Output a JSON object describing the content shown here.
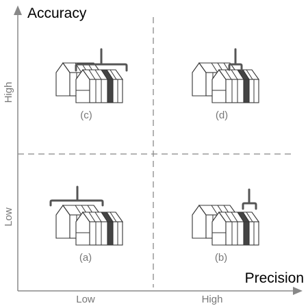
{
  "axes": {
    "y_title": "Accuracy",
    "x_title": "Precision",
    "y_ticks": {
      "high": "High",
      "low": "Low"
    },
    "x_ticks": {
      "low": "Low",
      "high": "High"
    }
  },
  "panels": [
    {
      "id": "c",
      "label": "(c)",
      "accuracy": "High",
      "precision": "Low"
    },
    {
      "id": "d",
      "label": "(d)",
      "accuracy": "High",
      "precision": "High"
    },
    {
      "id": "a",
      "label": "(a)",
      "accuracy": "Low",
      "precision": "Low"
    },
    {
      "id": "b",
      "label": "(b)",
      "accuracy": "Low",
      "precision": "High"
    }
  ],
  "colors": {
    "axis": "#888888",
    "divider": "#888888",
    "dark_pane": "#444444",
    "bracket": "#555555"
  }
}
